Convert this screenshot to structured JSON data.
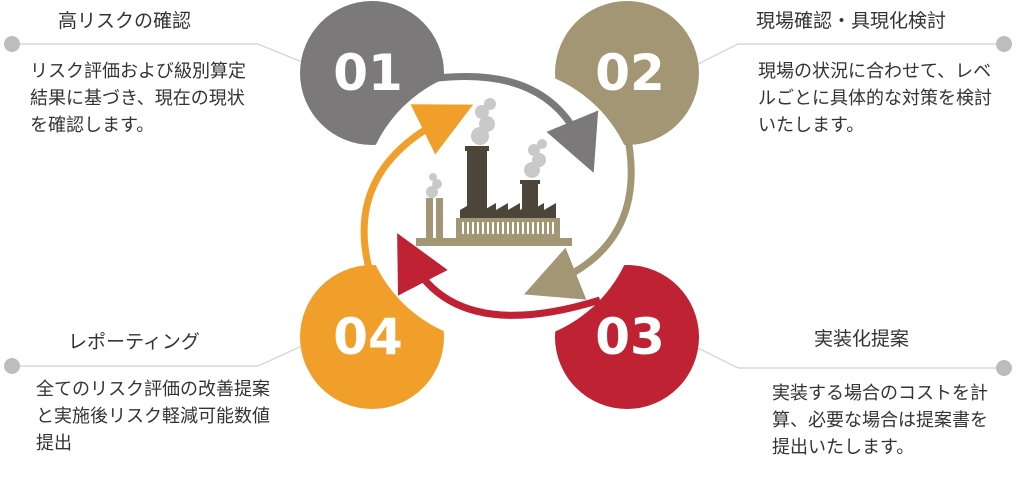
{
  "steps": [
    {
      "number": "01",
      "title": "高リスクの確認",
      "description": "リスク評価および級別算定結果に基づき、現在の現状を確認します。",
      "color": "#7b7979"
    },
    {
      "number": "02",
      "title": "現場確認・具現化検討",
      "description": "現場の状況に合わせて、レベルごとに具体的な対策を検討いたします。",
      "color": "#a39675"
    },
    {
      "number": "03",
      "title": "実装化提案",
      "description": "実装する場合のコストを計算、必要な場合は提案書を提出いたします。",
      "color": "#bf2233"
    },
    {
      "number": "04",
      "title": "レポーティング",
      "description": "全てのリスク評価の改善提案と実施後リスク軽減可能数値提出",
      "color": "#f0a02a"
    }
  ],
  "center_icon": "factory-icon"
}
